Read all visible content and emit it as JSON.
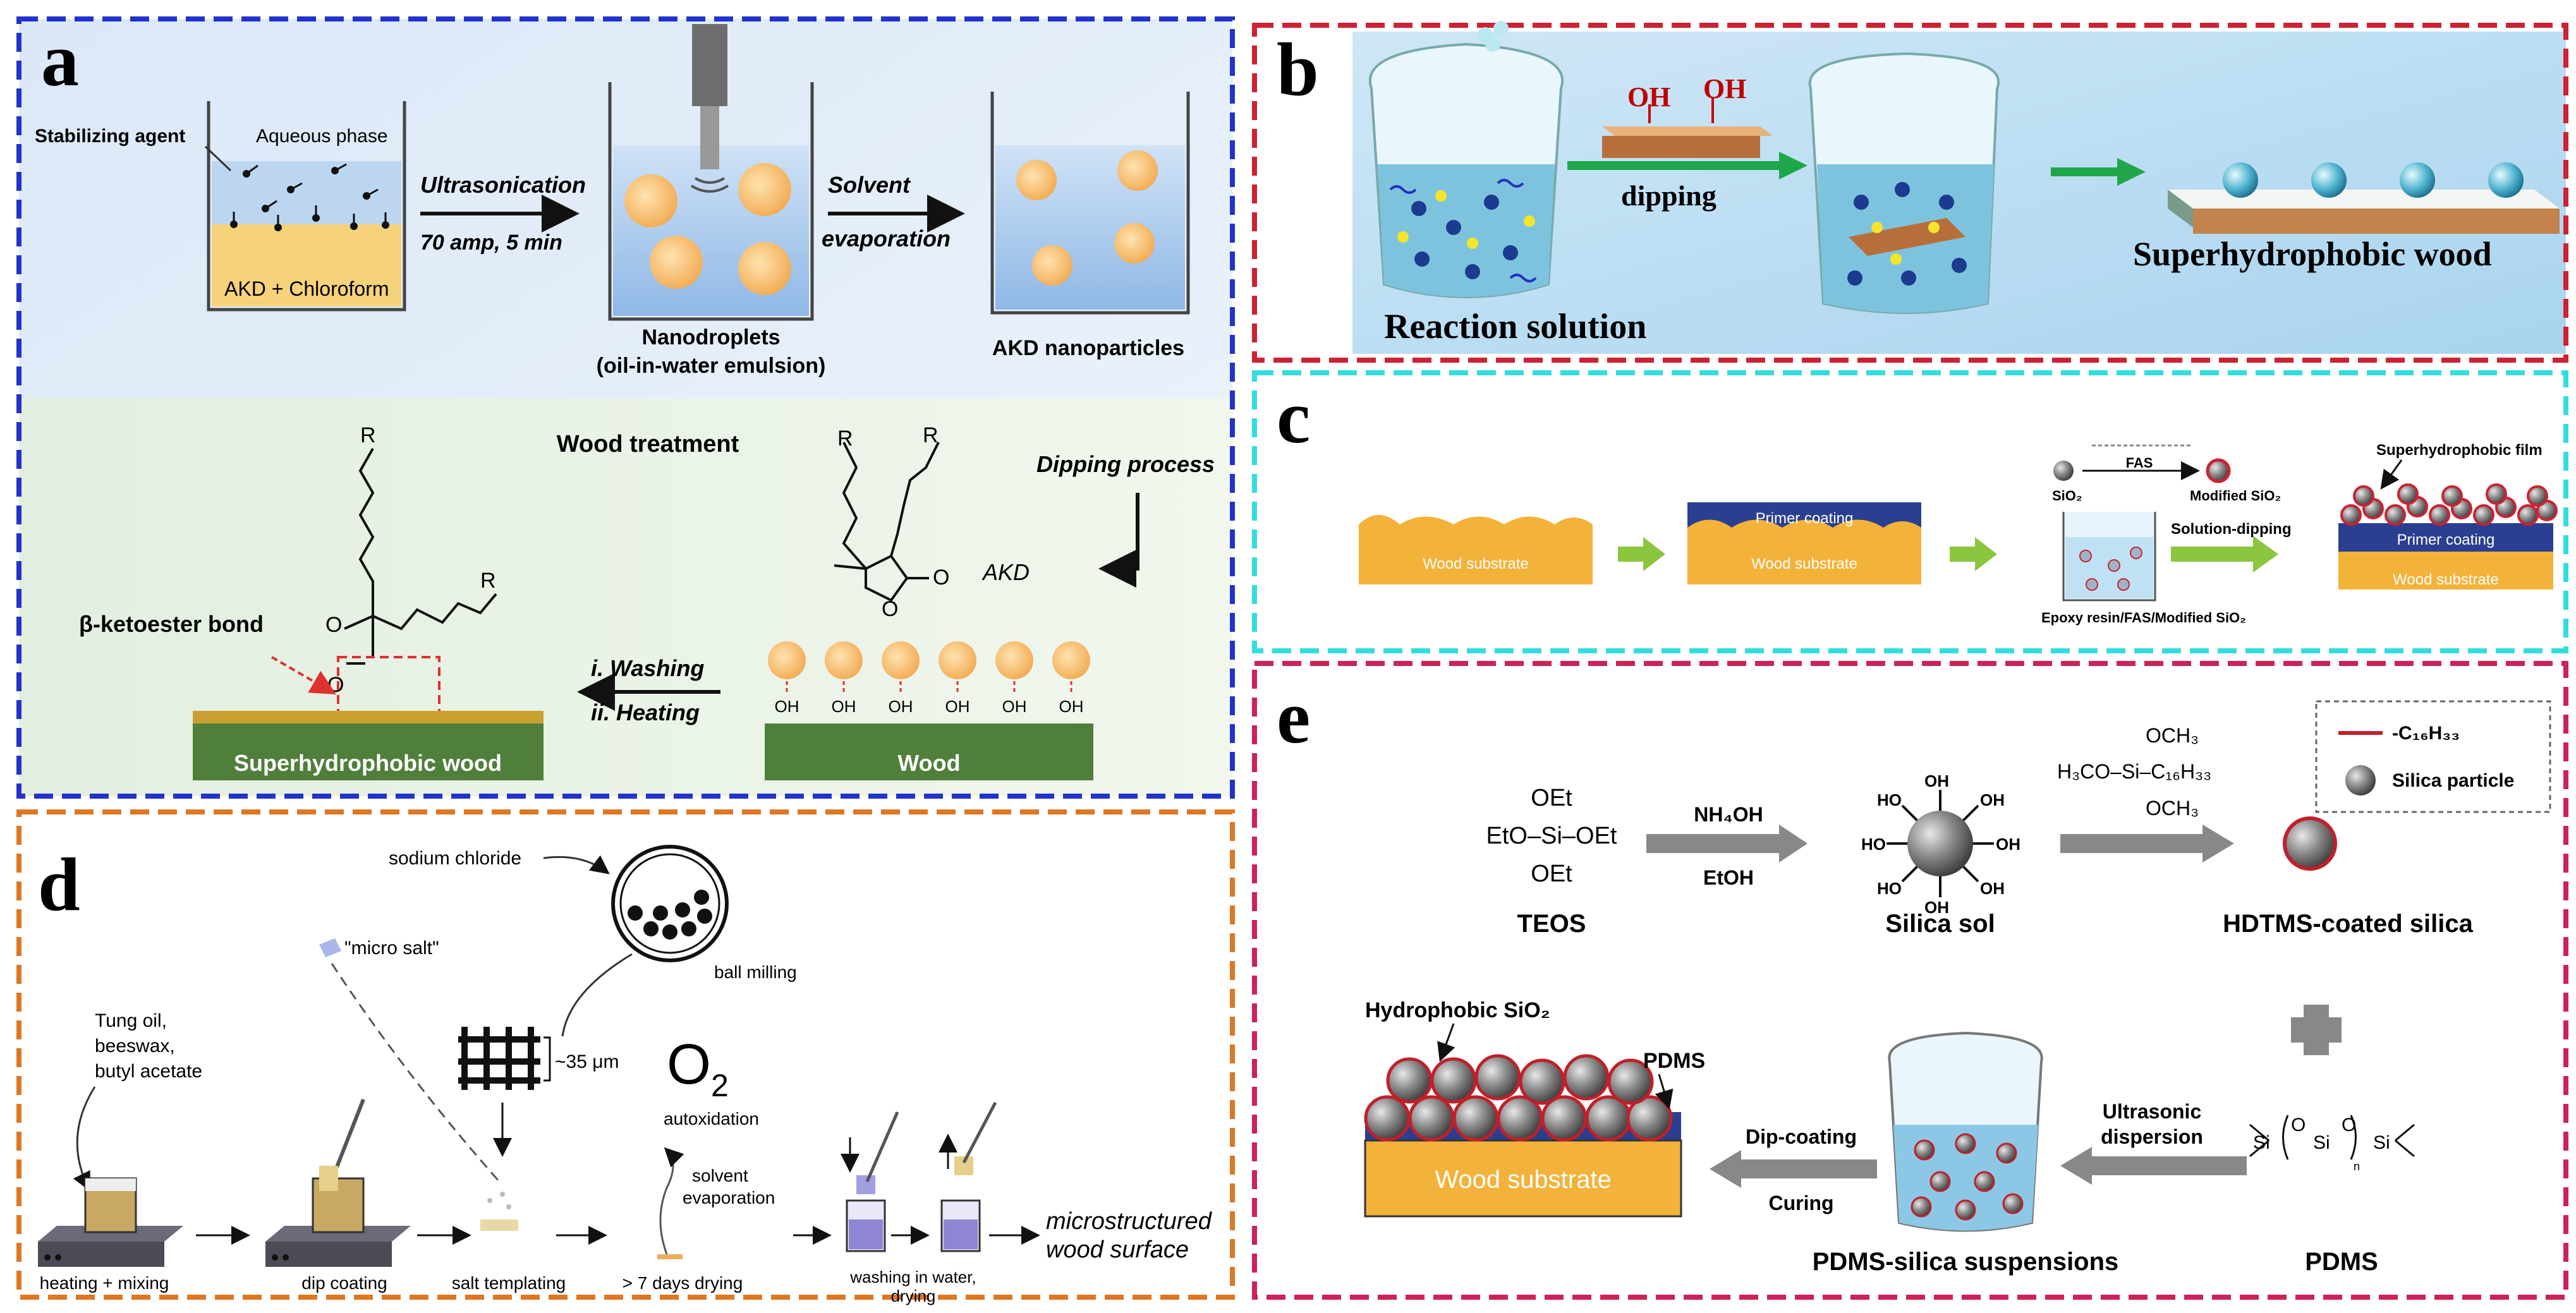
{
  "panels": {
    "a": {
      "letter": "a",
      "stabilizing_agent": "Stabilizing agent",
      "aqueous_phase": "Aqueous phase",
      "akd_chloroform": "AKD + Chloroform",
      "ultrasonication": "Ultrasonication",
      "ultra_conditions": "70 amp, 5 min",
      "nanodroplets": "Nanodroplets",
      "emulsion": "(oil-in-water emulsion)",
      "solvent": "Solvent",
      "evaporation": "evaporation",
      "akd_nanoparticles": "AKD nanoparticles",
      "wood_treatment": "Wood treatment",
      "dipping_process": "Dipping process",
      "beta_ketoester": "β-ketoester bond",
      "washing": "i. Washing",
      "heating": "ii. Heating",
      "superhydrophobic_wood": "Superhydrophobic wood",
      "wood": "Wood",
      "akd": "AKD",
      "r": "R",
      "o": "O",
      "oh": "OH"
    },
    "b": {
      "letter": "b",
      "oh": "OH",
      "dipping": "dipping",
      "reaction_solution": "Reaction solution",
      "superhydrophobic_wood": "Superhydrophobic wood"
    },
    "c": {
      "letter": "c",
      "wood_substrate": "Wood substrate",
      "primer_coating": "Primer coating",
      "sio2": "SiO₂",
      "fas": "FAS",
      "modified_sio2": "Modified SiO₂",
      "solution_dipping": "Solution-dipping",
      "epoxy_resin": "Epoxy resin/FAS/Modified SiO₂",
      "superhydrophobic_film": "Superhydrophobic film"
    },
    "d": {
      "letter": "d",
      "sodium_chloride": "sodium chloride",
      "ball_milling": "ball milling",
      "micro_salt": "\"micro salt\"",
      "tung_oil_1": "Tung oil,",
      "tung_oil_2": "beeswax,",
      "tung_oil_3": "butyl acetate",
      "scale": "~35 μm",
      "o2": "O",
      "o2_sub": "2",
      "autoxidation": "autoxidation",
      "solvent": "solvent",
      "evaporation": "evaporation",
      "microstructured_1": "microstructured",
      "microstructured_2": "wood surface",
      "heating_mixing": "heating + mixing",
      "dip_coating": "dip coating",
      "salt_templating": "salt templating",
      "drying_7days": "> 7 days drying",
      "washing_1": "washing in water,",
      "washing_2": "drying"
    },
    "e": {
      "letter": "e",
      "legend_chain": "-C₁₆H₃₃",
      "legend_particle": "Silica particle",
      "teos_oet_top": "OEt",
      "teos_middle": "EtO–Si–OEt",
      "teos_oet_bottom": "OEt",
      "teos": "TEOS",
      "nh4oh": "NH₄OH",
      "etoh": "EtOH",
      "ho": "HO",
      "oh": "OH",
      "silica_sol": "Silica sol",
      "och3": "OCH₃",
      "h3co_si": "H₃CO–Si–C₁₆H₃₃",
      "hdtms_silica": "HDTMS-coated silica",
      "hydrophobic_sio2": "Hydrophobic SiO₂",
      "pdms_label": "PDMS",
      "wood_substrate": "Wood substrate",
      "dip_coating": "Dip-coating",
      "curing": "Curing",
      "ultrasonic": "Ultrasonic",
      "dispersion": "dispersion",
      "pdms_silica": "PDMS-silica suspensions",
      "pdms": "PDMS",
      "si": "Si",
      "o": "O",
      "n": "n"
    }
  },
  "colors": {
    "frame_a": "#2233cc",
    "frame_b": "#cc2233",
    "frame_c": "#33dddd",
    "frame_d": "#dd7722",
    "frame_e": "#cc2255",
    "wood_green": "#4f7f3a",
    "wood_orange": "#f3b23a",
    "primer_blue": "#2a3f8f",
    "arrow_green": "#8cc63e",
    "arrow_gray": "#888888"
  }
}
